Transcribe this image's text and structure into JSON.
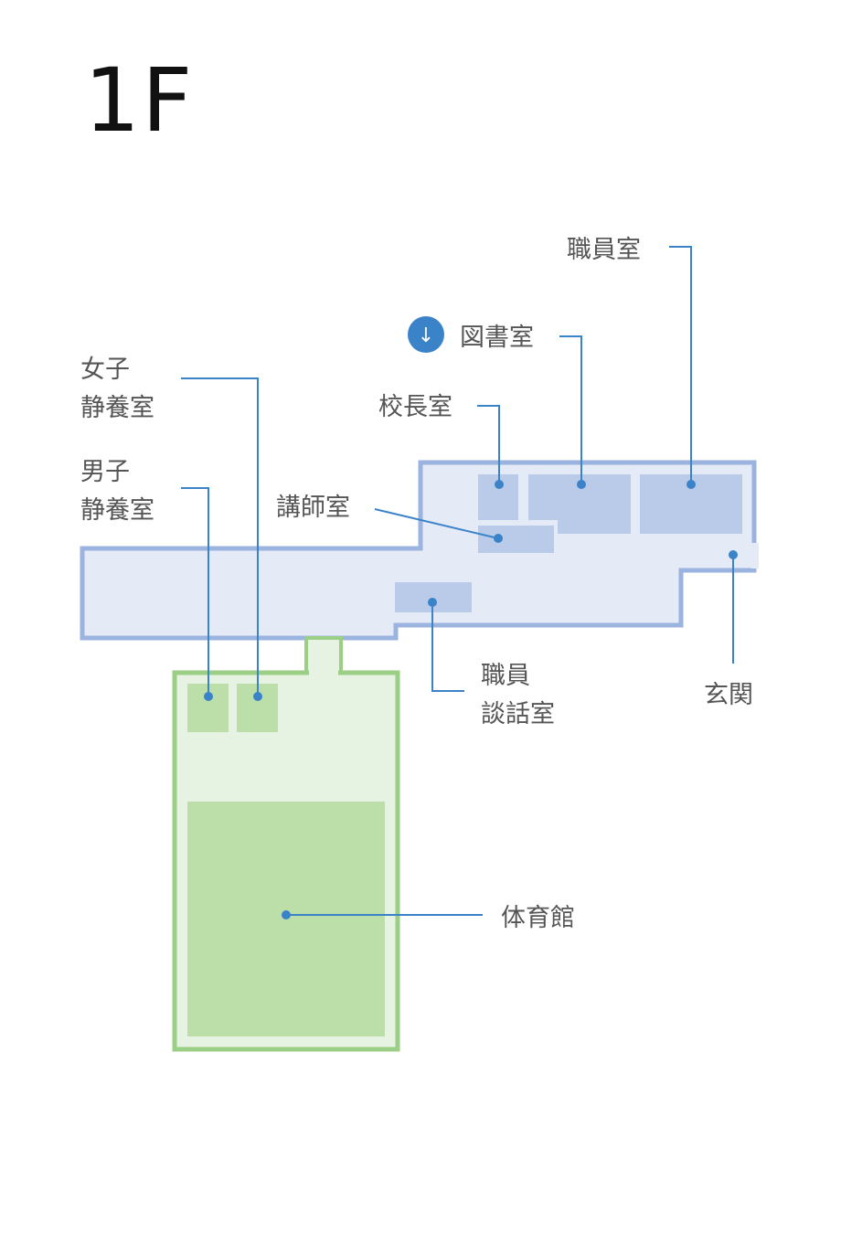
{
  "floor": {
    "title": "1F"
  },
  "colors": {
    "main_building_fill": "#e5eaf7",
    "main_building_stroke": "#9ab3df",
    "main_room": "#bacbe9",
    "gym_fill": "#e6f2e2",
    "gym_stroke": "#9ccf86",
    "gym_room": "#bcdea9",
    "leader": "#3b83c9",
    "label": "#555555"
  },
  "labels": {
    "shokuinshitsu": "職員室",
    "toshoshitsu": "図書室",
    "toshoshitsu_arrow": "↓",
    "kochoshitsu": "校長室",
    "koshishitsu": "講師室",
    "joshi_line1": "女子",
    "joshi_line2": "静養室",
    "danshi_line1": "男子",
    "danshi_line2": "静養室",
    "shokuin_danwa_line1": "職員",
    "shokuin_danwa_line2": "談話室",
    "genkan": "玄関",
    "taiikukan": "体育館"
  }
}
